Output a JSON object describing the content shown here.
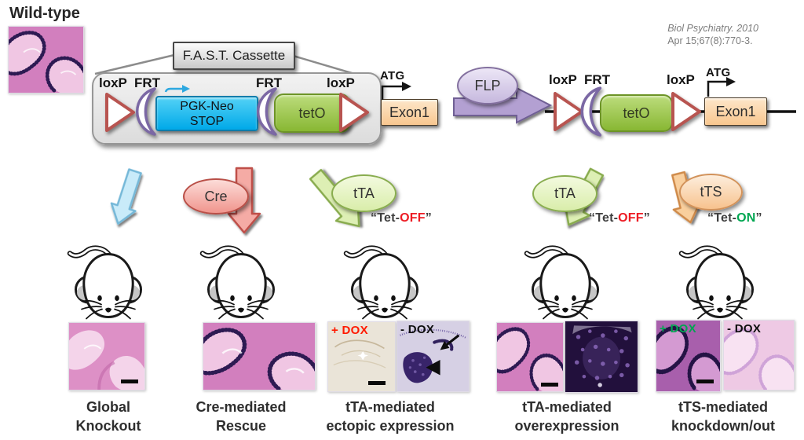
{
  "header": {
    "wild_type": "Wild-type",
    "citation_line1": "Biol Psychiatry. 2010",
    "citation_line2": "Apr 15;67(8):770-3."
  },
  "cassette": {
    "title": "F.A.S.T. Cassette",
    "left": {
      "loxp_left": "loxP",
      "frt_left": "FRT",
      "pgk_line1": "PGK-Neo",
      "pgk_line2": "STOP",
      "frt_right": "FRT",
      "teto": "tetO",
      "loxp_right": "loxP",
      "atg": "ATG",
      "exon1": "Exon1"
    },
    "flp": "FLP",
    "right": {
      "loxp_left": "loxP",
      "frt": "FRT",
      "teto": "tetO",
      "loxp_right": "loxP",
      "atg": "ATG",
      "exon1": "Exon1"
    }
  },
  "pathways": [
    {
      "caption1": "Global",
      "caption2": "Knockout"
    },
    {
      "effector": "Cre",
      "caption1": "Cre-mediated",
      "caption2": "Rescue"
    },
    {
      "effector": "tTA",
      "tet_prefix": "“Tet-",
      "tet_state": "OFF",
      "tet_suffix": "”",
      "dox_left": "+ DOX",
      "dox_right": "- DOX",
      "caption1": "tTA-mediated",
      "caption2": "ectopic expression"
    },
    {
      "effector": "tTA",
      "tet_prefix": "“Tet-",
      "tet_state": "OFF",
      "tet_suffix": "”",
      "caption1": "tTA-mediated",
      "caption2": "overexpression"
    },
    {
      "effector": "tTS",
      "tet_prefix": "“Tet-",
      "tet_state": "ON",
      "tet_suffix": "”",
      "dox_left": "+ DOX",
      "dox_right": "- DOX",
      "caption1": "tTS-mediated",
      "caption2": "knockdown/out"
    }
  ],
  "colors": {
    "tet_off": "#ed1c24",
    "tet_on": "#00a651",
    "dox_plus_red": "#ff1a00",
    "dox_plus_green": "#00a651",
    "dox_minus": "#0d0d0d",
    "pgk_box": "#00a9e8",
    "teto_box": "#92c83e",
    "exon_box": "#f8c78f",
    "flp_fill": "#c6b8de",
    "cre_fill": "#f0958d",
    "tta_fill": "#d9edaa",
    "tts_fill": "#f7c28e",
    "loxp_stroke": "#b85450",
    "frt_stroke": "#7b68a4",
    "cyan_arrow": "#c9ebf9"
  }
}
